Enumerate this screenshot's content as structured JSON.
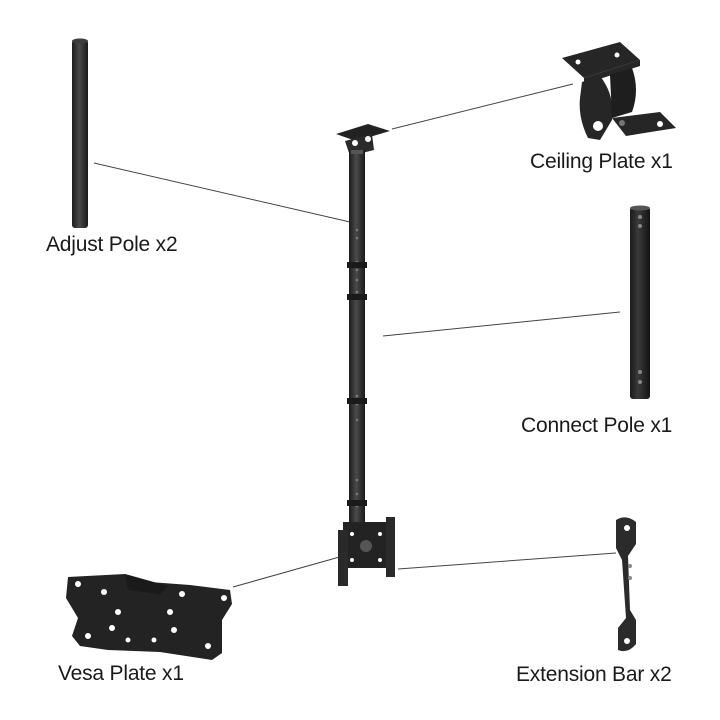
{
  "labels": {
    "ceiling_plate": "Ceiling Plate x1",
    "adjust_pole": "Adjust Pole x2",
    "connect_pole": "Connect Pole x1",
    "vesa_plate": "Vesa Plate x1",
    "extension_bar": "Extension Bar x2"
  },
  "colors": {
    "background": "#ffffff",
    "metal": "#2b2b2b",
    "leader_line": "#444444"
  }
}
